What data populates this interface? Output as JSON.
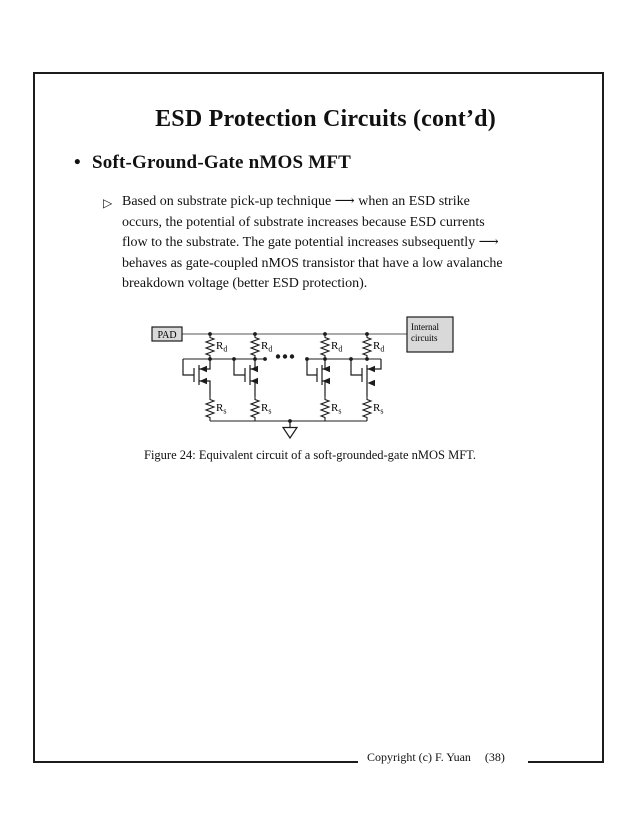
{
  "page": {
    "title": "ESD Protection Circuits (cont’d)",
    "bullet_marker": "•",
    "bullet": "Soft-Ground-Gate nMOS MFT",
    "item_marker": "▷",
    "item_lines": [
      "Based on substrate pick-up technique ⟶ when an ESD strike",
      "occurs, the potential of substrate increases because ESD currents",
      "flow to the substrate. The gate potential increases subsequently ⟶",
      "behaves as gate-coupled nMOS transistor that have a low avalanche",
      "breakdown voltage (better ESD protection)."
    ],
    "caption": "Figure 24: Equivalent circuit of a soft-grounded-gate nMOS MFT.",
    "footer_text": "Copyright (c) F. Yuan",
    "footer_page": "(38)"
  },
  "circuit": {
    "pad_label": "PAD",
    "internal_line1": "Internal",
    "internal_line2": "circuits",
    "rd_base": "R",
    "rd_sub": "d",
    "rs_base": "R",
    "rs_sub": "s",
    "colors": {
      "line": "#1c1c1c",
      "rail": "#555555",
      "box_fill": "#d9d9d9"
    }
  }
}
